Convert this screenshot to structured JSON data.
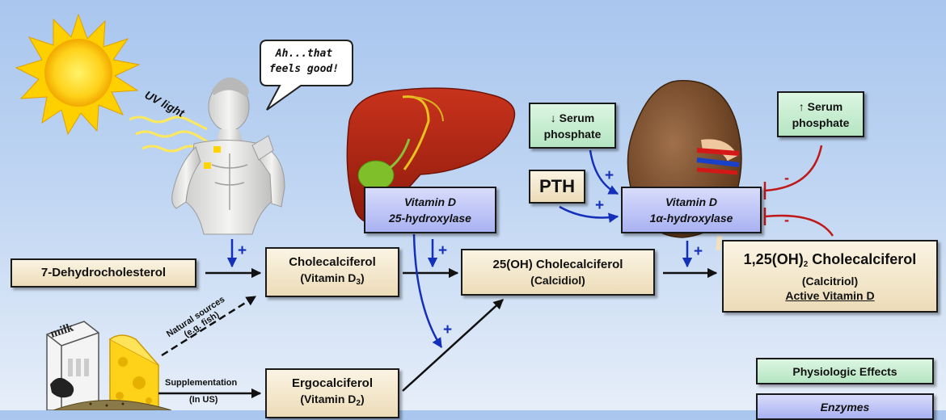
{
  "speech": {
    "line1": "Ah...that",
    "line2": "feels good!"
  },
  "uv_label": "UV light",
  "milk_label": "milk",
  "boxes": {
    "dehydro": "7-Dehydrocholesterol",
    "chole": {
      "line1": "Cholecalciferol",
      "line2_pre": "(Vitamin D",
      "line2_sub": "3",
      "line2_post": ")"
    },
    "ergo": {
      "line1": "Ergocalciferol",
      "line2_pre": "(Vitamin D",
      "line2_sub": "2",
      "line2_post": ")"
    },
    "calcidiol": {
      "line1": "25(OH) Cholecalciferol",
      "line2": "(Calcidiol)"
    },
    "calcitriol": {
      "pre": "1,25(OH)",
      "sub": "2",
      "post": " Cholecalciferol",
      "line2": "(Calcitriol)",
      "line3": "Active Vitamin D"
    },
    "enzyme25": {
      "line1": "Vitamin D",
      "line2": "25-hydroxylase"
    },
    "enzyme1a": {
      "line1": "Vitamin D",
      "line2": "1α-hydroxylase"
    },
    "low_phos": {
      "line1": "↓ Serum",
      "line2": "phosphate"
    },
    "high_phos": {
      "line1": "↑ Serum",
      "line2": "phosphate"
    },
    "pth": "PTH"
  },
  "labels": {
    "natural_sources": "Natural sources",
    "eg_fish": "(e.g. fish)",
    "supplementation": "Supplementation",
    "in_us": "(In US)"
  },
  "legend": {
    "physiologic": "Physiologic Effects",
    "enzymes": "Enzymes"
  },
  "signs": {
    "plus": "+",
    "minus": "-"
  },
  "colors": {
    "activation": "#1530b8",
    "inhibition": "#c01818",
    "substrate": "#f3e7c9",
    "enzyme": "#b8c0f5",
    "effect": "#c8efd2"
  }
}
